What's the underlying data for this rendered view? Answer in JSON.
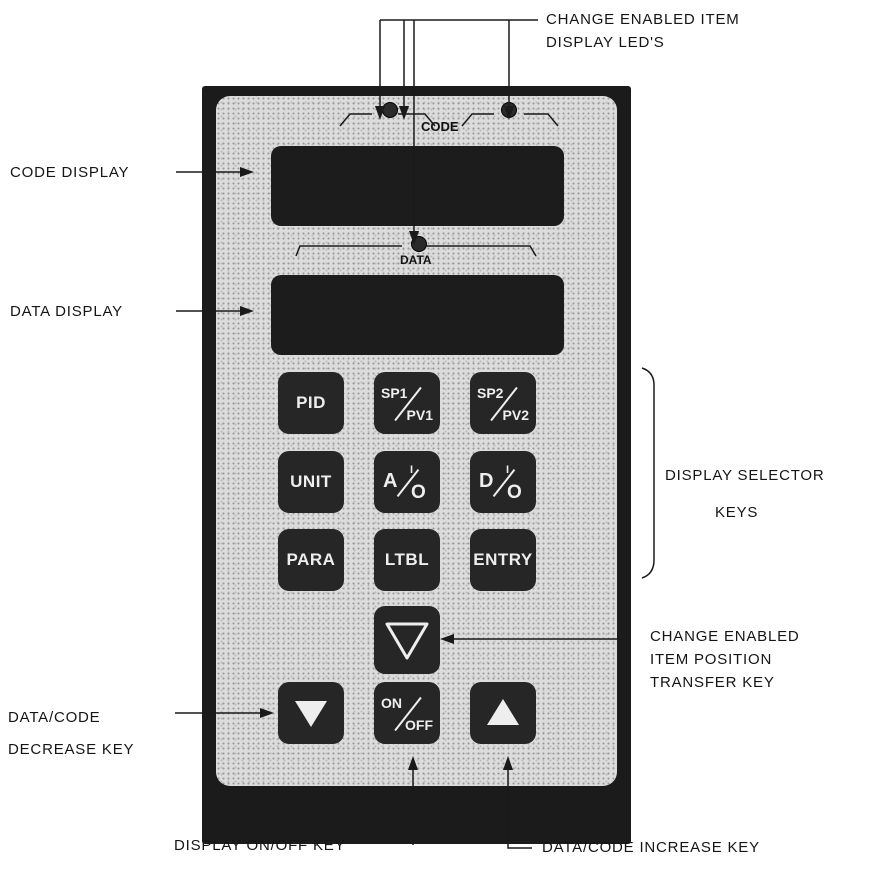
{
  "callouts": {
    "change_enabled_item_display_leds": [
      "CHANGE ENABLED ITEM",
      "DISPLAY LED'S"
    ],
    "code_display": "CODE DISPLAY",
    "data_display": "DATA DISPLAY",
    "display_selector_keys": [
      "DISPLAY SELECTOR",
      "KEYS"
    ],
    "change_enabled_item_position_transfer_key": [
      "CHANGE ENABLED",
      "ITEM POSITION",
      "TRANSFER KEY"
    ],
    "data_code_decrease_key": [
      "DATA/CODE",
      "DECREASE KEY"
    ],
    "display_on_off_key": "DISPLAY ON/OFF KEY",
    "data_code_increase_key": "DATA/CODE INCREASE KEY"
  },
  "panel": {
    "code_label": "CODE",
    "data_label": "DATA"
  },
  "keys": {
    "pid": "PID",
    "sp1_pv1": {
      "top": "SP1",
      "bottom": "PV1"
    },
    "sp2_pv2": {
      "top": "SP2",
      "bottom": "PV2"
    },
    "unit": "UNIT",
    "a_io": {
      "main": "A",
      "sup": "I",
      "sub": "O"
    },
    "d_io": {
      "main": "D",
      "sup": "I",
      "sub": "O"
    },
    "para": "PARA",
    "ltbl": "LTBL",
    "entry": "ENTRY",
    "on_off": {
      "top": "ON",
      "bottom": "OFF"
    },
    "transfer_icon": "down-triangle-outline-icon",
    "decrease_icon": "down-triangle-icon",
    "increase_icon": "up-triangle-icon"
  }
}
